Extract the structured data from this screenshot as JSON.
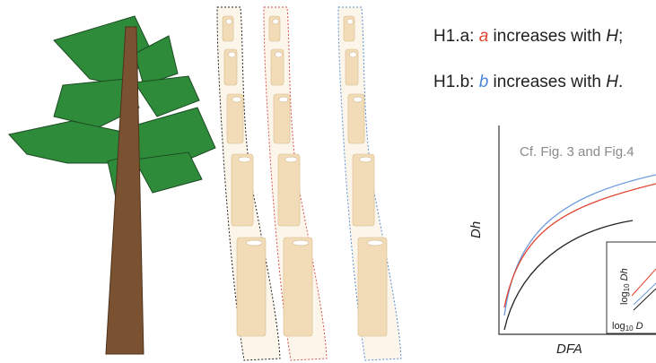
{
  "hypotheses": {
    "h1a": {
      "prefix": "H1.a: ",
      "param": "a",
      "middle": " increases with ",
      "var": "H",
      "suffix": ";"
    },
    "h1b": {
      "prefix": "H1.b: ",
      "param": "b",
      "middle": " increases with ",
      "var": "H",
      "suffix": "."
    }
  },
  "plot": {
    "reference": "Cf. Fig. 3 and Fig.4",
    "ylabel": "Dh",
    "xlabel": "DFA",
    "inset_ylabel_log": "log",
    "inset_ylabel_sub": "10",
    "inset_ylabel_var": " Dh",
    "inset_xlabel_log": "log",
    "inset_xlabel_sub": "10",
    "inset_xlabel_var": " D"
  },
  "colors": {
    "text": "#1f1f1f",
    "param_a": "#e0452f",
    "param_b": "#4a86d8",
    "foliage": "#2e8b3a",
    "trunk": "#7a5232",
    "wood": "#f2dcb8",
    "curve_red": "#e0452f",
    "curve_blue": "#6f9ce0",
    "curve_black": "#222222"
  },
  "icons": [
    "tree-icon",
    "branch-section-icon"
  ]
}
